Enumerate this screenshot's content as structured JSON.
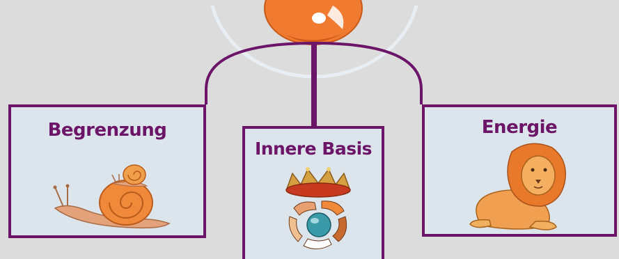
{
  "boxes": {
    "left": {
      "title": "Begrenzung",
      "icon": "snail-icon"
    },
    "center": {
      "title": "Innere Basis",
      "icon": "crown-hands-icon"
    },
    "right": {
      "title": "Energie",
      "icon": "lion-icon"
    }
  },
  "top_icon": "orange-sphere-icon",
  "colors": {
    "frame": "#6b1468",
    "box_fill": "#dde5ec",
    "background": "#dcdcdc",
    "accent": "#f08030"
  }
}
